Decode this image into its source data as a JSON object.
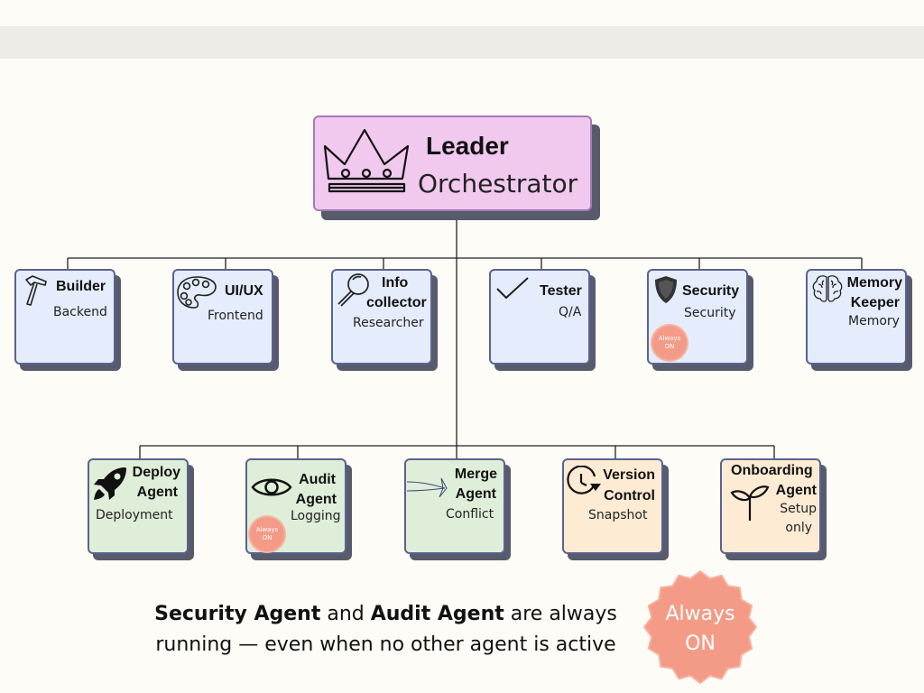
{
  "leader": {
    "title": "Leader",
    "role": "Orchestrator"
  },
  "top_agents": [
    {
      "name": "Builder",
      "role": "Backend",
      "icon": "hammer-icon"
    },
    {
      "name": "UI/UX",
      "role": "Frontend",
      "icon": "palette-icon"
    },
    {
      "name_lines": [
        "Info",
        "collector"
      ],
      "role": "Researcher",
      "icon": "magnifier-icon"
    },
    {
      "name": "Tester",
      "role": "Q/A",
      "icon": "checkmark-icon"
    },
    {
      "name": "Security",
      "role": "Security",
      "icon": "shield-icon",
      "badge": [
        "Always",
        "ON"
      ]
    },
    {
      "name_lines": [
        "Memory",
        "Keeper"
      ],
      "role": "Memory",
      "icon": "brain-icon"
    }
  ],
  "bottom_agents": [
    {
      "name_lines": [
        "Deploy",
        "Agent"
      ],
      "role": "Deployment",
      "icon": "rocket-icon"
    },
    {
      "name_lines": [
        "Audit",
        "Agent"
      ],
      "role": "Logging",
      "icon": "eye-icon",
      "badge": [
        "Always",
        "ON"
      ]
    },
    {
      "name_lines": [
        "Merge",
        "Agent"
      ],
      "role": "Conflict",
      "icon": "merge-arrows-icon"
    },
    {
      "name_lines": [
        "Version",
        "Control"
      ],
      "role": "Snapshot",
      "icon": "clock-restore-icon"
    },
    {
      "name_lines": [
        "Onboarding",
        "Agent"
      ],
      "role_lines": [
        "Setup",
        "only"
      ],
      "icon": "sprout-icon"
    }
  ],
  "note": {
    "part1": "Security Agent",
    "part2": " and ",
    "part3": "Audit Agent",
    "part4": " are always",
    "part5": "running — even when no other agent is active"
  },
  "big_badge": {
    "line1": "Always",
    "line2": "ON"
  },
  "colors": {
    "leader_fill": "#f1c9ee",
    "core_fill": "#e5ecfb",
    "ops_fill": "#dfeed8",
    "lifecycle_fill": "#fdebd4",
    "badge": "#f39b86",
    "border": "#5a6294"
  }
}
